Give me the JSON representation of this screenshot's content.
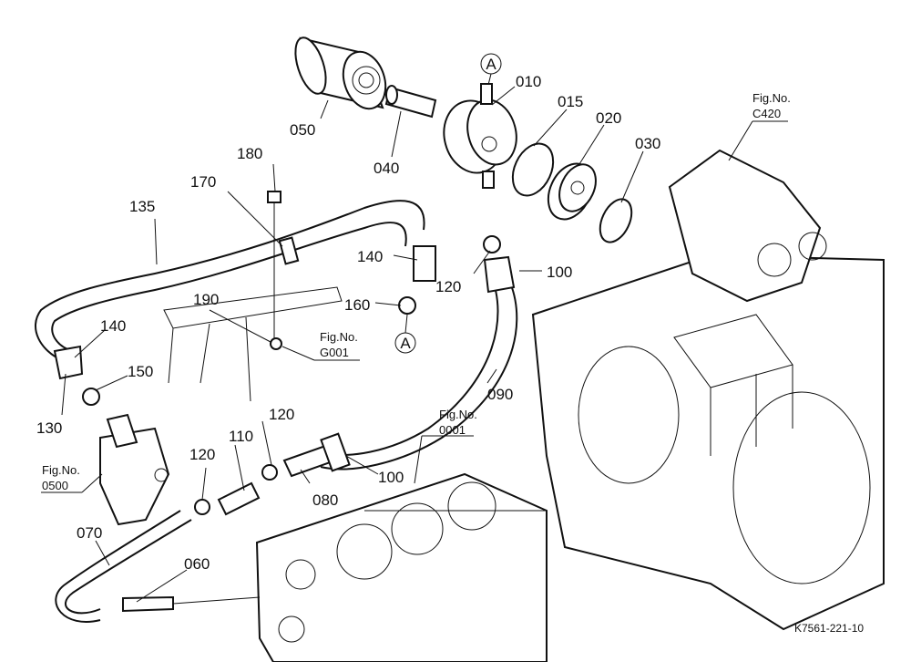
{
  "diagram": {
    "part_labels": {
      "p010": "010",
      "p015": "015",
      "p020": "020",
      "p030": "030",
      "p040": "040",
      "p050": "050",
      "p060": "060",
      "p070": "070",
      "p080": "080",
      "p090": "090",
      "p100a": "100",
      "p100b": "100",
      "p110": "110",
      "p120a": "120",
      "p120b": "120",
      "p120c": "120",
      "p130": "130",
      "p135": "135",
      "p140a": "140",
      "p140b": "140",
      "p150": "150",
      "p160": "160",
      "p170": "170",
      "p180": "180",
      "p190": "190"
    },
    "markers": {
      "a1": "A",
      "a2": "A"
    },
    "fig_refs": {
      "c420": {
        "title": "Fig.No.",
        "code": "C420"
      },
      "g001": {
        "title": "Fig.No.",
        "code": "G001"
      },
      "f0001": {
        "title": "Fig.No.",
        "code": "0001"
      },
      "f0500": {
        "title": "Fig.No.",
        "code": "0500"
      }
    },
    "drawing_code": "K7561-221-10"
  }
}
